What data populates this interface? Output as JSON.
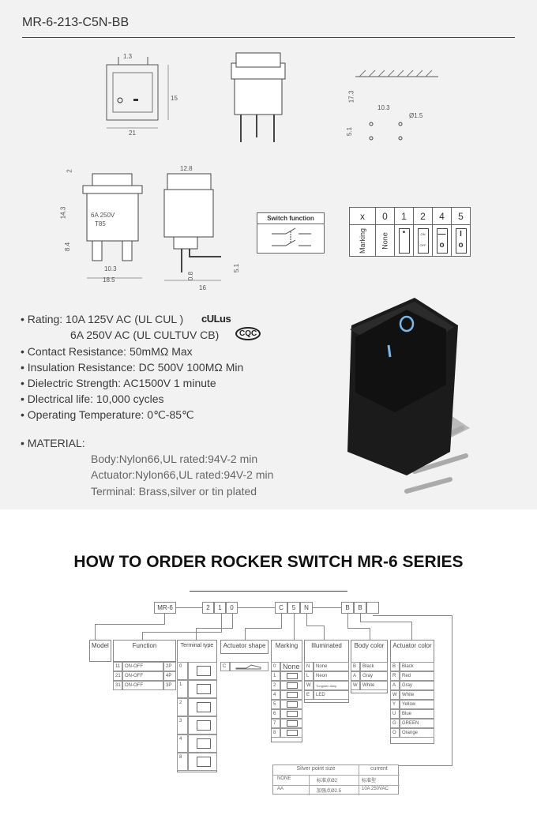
{
  "title": "MR-6-213-C5N-BB",
  "drawings": {
    "front": [
      "1.3",
      "15",
      "21"
    ],
    "pcb": [
      "17.3",
      "10.3",
      "Ø1.5",
      "5.1"
    ],
    "side": [
      "2",
      "14.3",
      "8.4",
      "10.3",
      "18.5",
      "6A 250V",
      "T85"
    ],
    "end": [
      "12.8",
      "5.1",
      "0.8",
      "16"
    ],
    "switch_function": "Switch function"
  },
  "marking_table": {
    "header": [
      "x",
      "0",
      "1",
      "2",
      "4",
      "5"
    ],
    "row_label": "Marking",
    "none": "None",
    "on": "ON",
    "off": "OFF"
  },
  "specs": {
    "rating1": "• Rating: 10A 125V AC (UL CUL )",
    "rating2": "6A 250V AC (UL CULTUV CB)",
    "cert_ul": "cULus",
    "cert_cqc": "CQC",
    "contact": "• Contact Resistance: 50mMΩ Max",
    "insulation": "• Insulation Resistance: DC 500V 100MΩ Min",
    "dielectric": "• Dielectric Strength: AC1500V 1 minute",
    "life": "• Dlectrical life: 10,000 cycles",
    "temp": "• Operating Temperature: 0℃-85℃",
    "material": "• MATERIAL:",
    "body": "Body:Nylon66,UL rated:94V-2 min",
    "actuator": "Actuator:Nylon66,UL rated:94V-2 min",
    "terminal": "Terminal: Brass,silver or tin plated"
  },
  "order": {
    "heading": "HOW TO ORDER ROCKER SWITCH MR-6 SERIES",
    "code": [
      "MR-6",
      "2",
      "1",
      "0",
      "C",
      "5",
      "N",
      "B",
      "B",
      ""
    ],
    "headers": [
      "Model",
      "Function",
      "Terminal type",
      "Actuator shape",
      "Marking",
      "Illuminated",
      "Body color",
      "Actuator color"
    ],
    "function": [
      [
        "11",
        "ON-OFF",
        "2P"
      ],
      [
        "21",
        "ON-OFF",
        "4P"
      ],
      [
        "31",
        "ON-OFF",
        "3P"
      ]
    ],
    "terminal": [
      "0",
      "1",
      "2",
      "3",
      "4",
      "8"
    ],
    "actuator_shape": [
      "C"
    ],
    "marking": [
      "0",
      "1",
      "2",
      "4",
      "5",
      "6",
      "7",
      "8"
    ],
    "marking_none": "None",
    "illuminated": [
      [
        "N",
        "None"
      ],
      [
        "L",
        "Neon"
      ],
      [
        "W",
        "Tungsten lamp"
      ],
      [
        "E",
        "LED"
      ]
    ],
    "body_color": [
      [
        "B",
        "Black"
      ],
      [
        "A",
        "Gray"
      ],
      [
        "W",
        "White"
      ]
    ],
    "actuator_color": [
      [
        "B",
        "Black"
      ],
      [
        "R",
        "Red"
      ],
      [
        "A",
        "Gray"
      ],
      [
        "W",
        "White"
      ],
      [
        "Y",
        "Yellow"
      ],
      [
        "U",
        "Blue"
      ],
      [
        "G",
        "GREEN"
      ],
      [
        "O",
        "Orange"
      ]
    ],
    "silver": {
      "headers": [
        "Silver point size",
        "current"
      ],
      "rows": [
        [
          "NONE",
          "标准点Ø2",
          "标准型"
        ],
        [
          "AA",
          "加强点Ø2.5",
          "10A 250VAC"
        ]
      ]
    }
  }
}
